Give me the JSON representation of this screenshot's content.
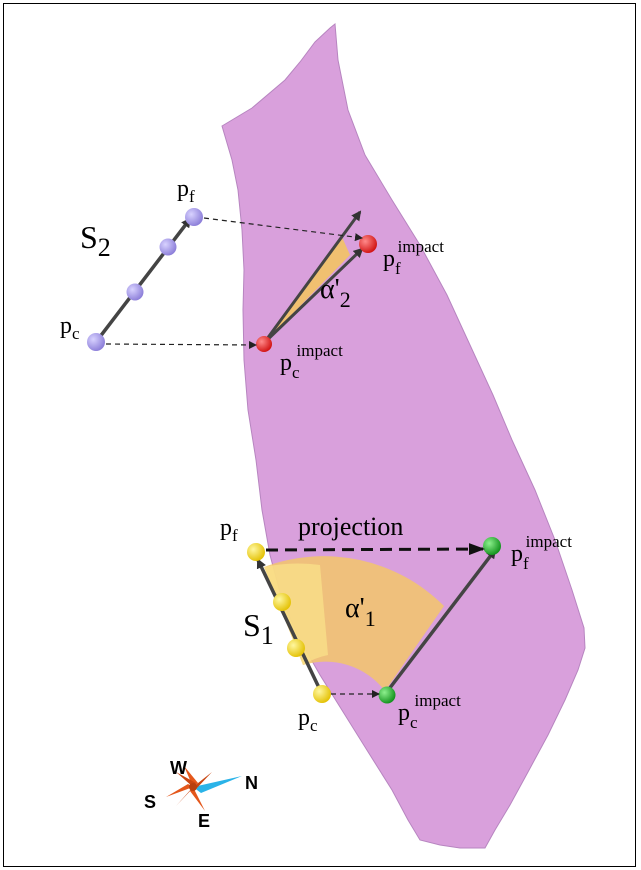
{
  "colors": {
    "surface": "#d9a0dc",
    "surface_edge": "#b785c0",
    "s2_points": "#9d90e0",
    "impact_s2": "#e8202a",
    "s1_points": "#f5d81c",
    "impact_s1": "#20b020",
    "angle_fill_s1": "#f2c66b",
    "angle_fill_s2": "#f0c070",
    "segment": "#444444",
    "compass_orange": "#e4571b",
    "compass_blue": "#2ab3e8"
  },
  "s2": {
    "label_main": "S",
    "label_sub": "2",
    "pf_main": "p",
    "pf_sub": "f",
    "pc_main": "p",
    "pc_sub": "c",
    "impact_f_main": "p",
    "impact_f_sub": "f",
    "impact_f_sup": "impact",
    "impact_c_main": "p",
    "impact_c_sub": "c",
    "impact_c_sup": "impact",
    "angle_main": "α'",
    "angle_sub": "2"
  },
  "s1": {
    "label_main": "S",
    "label_sub": "1",
    "pf_main": "p",
    "pf_sub": "f",
    "pc_main": "p",
    "pc_sub": "c",
    "impact_f_main": "p",
    "impact_f_sub": "f",
    "impact_f_sup": "impact",
    "impact_c_main": "p",
    "impact_c_sub": "c",
    "impact_c_sup": "impact",
    "angle_main": "α'",
    "angle_sub": "1",
    "projection_label": "projection"
  },
  "compass": {
    "north": "N",
    "south": "S",
    "east": "E",
    "west": "W",
    "icon": "compass-rose-icon"
  }
}
